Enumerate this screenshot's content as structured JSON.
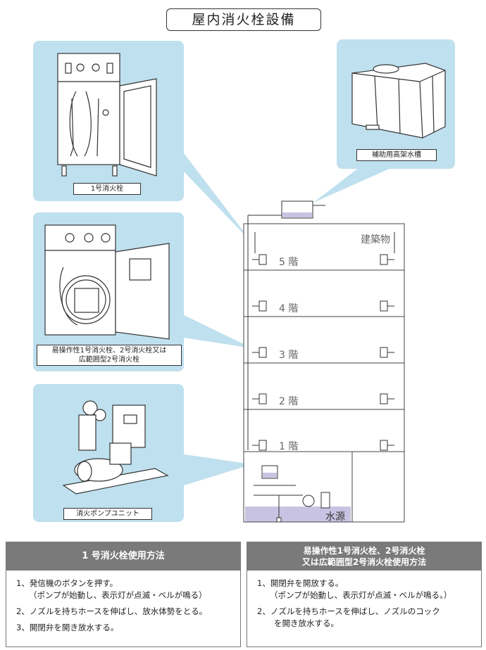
{
  "title": "屋内消火栓設備",
  "captions": {
    "hydrant1": "1号消火栓",
    "hydrant_easy": [
      "易操作性1号消火栓、2号消火栓又は",
      "広範囲型2号消火栓"
    ],
    "pump": "消火ポンプユニット",
    "tank": "補助用高架水槽"
  },
  "building": {
    "label": "建築物",
    "floors": [
      "5 階",
      "4 階",
      "3 階",
      "2 階",
      "1 階"
    ],
    "water_source": "水源"
  },
  "sections": [
    {
      "heading": [
        "1 号消火栓使用方法"
      ],
      "steps": [
        [
          "1、発信機のボタンを押す。",
          "（ポンプが始動し、表示灯が点滅・ベルが鳴る）"
        ],
        [
          "2、ノズルを持ちホースを伸ばし、放水体勢をとる。"
        ],
        [
          "3、開閉弁を開き放水する。"
        ]
      ]
    },
    {
      "heading": [
        "易操作性1号消火栓、2号消火栓",
        "又は広範囲型2号消火栓使用方法"
      ],
      "steps": [
        [
          "1、開閉弁を開放する。",
          "（ポンプが始動し、表示灯が点滅・ベルが鳴る。）"
        ],
        [
          "2、ノズルを持ちホースを伸ばし、ノズルのコック",
          "を開き放水する。"
        ]
      ]
    }
  ],
  "colors": {
    "panel": "#bfe0ee",
    "header": "#7a7a7a",
    "water": "#c9c3e3"
  }
}
